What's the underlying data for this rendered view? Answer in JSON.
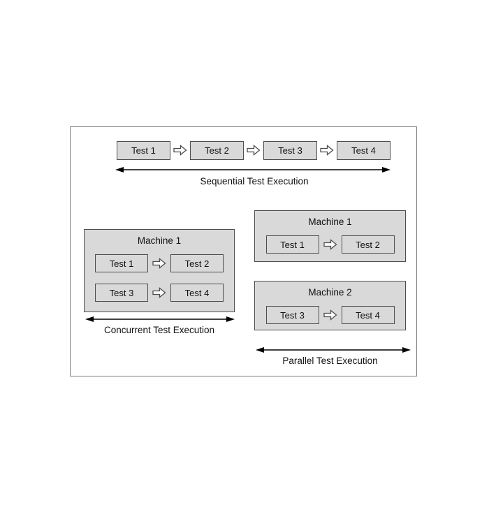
{
  "sequential": {
    "tests": [
      "Test 1",
      "Test 2",
      "Test 3",
      "Test 4"
    ],
    "label": "Sequential Test Execution"
  },
  "concurrent": {
    "machine_label": "Machine 1",
    "rows": [
      {
        "from": "Test 1",
        "to": "Test 2"
      },
      {
        "from": "Test 3",
        "to": "Test 4"
      }
    ],
    "label": "Concurrent Test Execution"
  },
  "parallel": {
    "machines": [
      {
        "label": "Machine 1",
        "from": "Test 1",
        "to": "Test 2"
      },
      {
        "label": "Machine 2",
        "from": "Test 3",
        "to": "Test 4"
      }
    ],
    "label": "Parallel Test Execution"
  },
  "colors": {
    "background": "#ffffff",
    "frame_border": "#7d7d7d",
    "box_fill": "#d9d9d9",
    "box_border": "#4d4d4d",
    "arrow": "#000000",
    "text": "#111111"
  }
}
